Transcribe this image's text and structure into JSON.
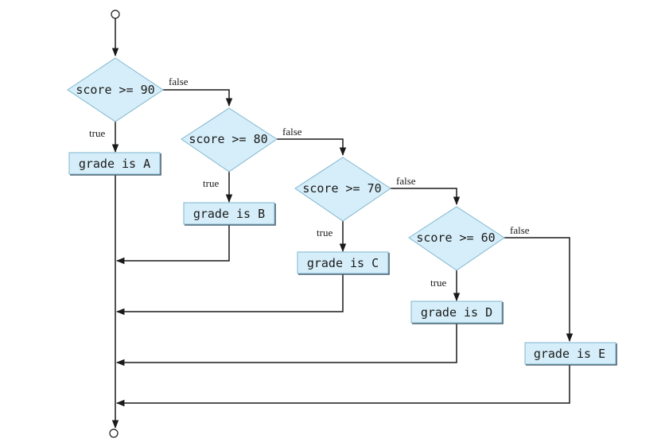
{
  "diagram": {
    "type": "flowchart",
    "decisions": [
      {
        "condition": "score >= 90",
        "true_label": "true",
        "false_label": "false"
      },
      {
        "condition": "score >= 80",
        "true_label": "true",
        "false_label": "false"
      },
      {
        "condition": "score >= 70",
        "true_label": "true",
        "false_label": "false"
      },
      {
        "condition": "score >= 60",
        "true_label": "true",
        "false_label": "false"
      }
    ],
    "actions": [
      {
        "text": "grade is A"
      },
      {
        "text": "grade is B"
      },
      {
        "text": "grade is C"
      },
      {
        "text": "grade is D"
      },
      {
        "text": "grade is E"
      }
    ]
  }
}
